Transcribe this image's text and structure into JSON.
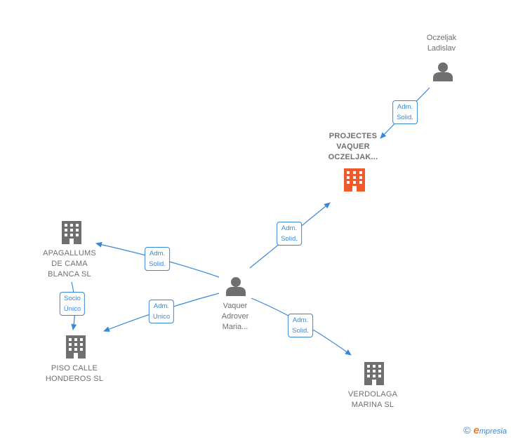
{
  "nodes": {
    "oczeljak": {
      "lines": [
        "Oczeljak",
        "Ladislav"
      ],
      "type": "person"
    },
    "projectes": {
      "lines": [
        "PROJECTES",
        "VAQUER",
        "OCZELJAK..."
      ],
      "type": "company-focus"
    },
    "apagallums": {
      "lines": [
        "APAGALLUMS",
        "DE CAMA",
        "BLANCA SL"
      ],
      "type": "company"
    },
    "vaquer": {
      "lines": [
        "Vaquer",
        "Adrover",
        "Maria..."
      ],
      "type": "person"
    },
    "piso": {
      "lines": [
        "PISO CALLE",
        "HONDEROS  SL"
      ],
      "type": "company"
    },
    "verdolaga": {
      "lines": [
        "VERDOLAGA",
        "MARINA SL"
      ],
      "type": "company"
    }
  },
  "edges": {
    "oczeljak_projectes": [
      "Adm.",
      "Solid."
    ],
    "vaquer_projectes": [
      "Adm.",
      "Solid."
    ],
    "vaquer_apagallums": [
      "Adm.",
      "Solid."
    ],
    "apagallums_piso": [
      "Socio",
      "Único"
    ],
    "vaquer_piso": [
      "Adm.",
      "Unico"
    ],
    "vaquer_verdolaga": [
      "Adm.",
      "Solid."
    ]
  },
  "colors": {
    "edge": "#3a87d6",
    "icon": "#6f6f6f",
    "focus_icon": "#f0592a",
    "text": "#6f6f6f"
  },
  "icons": {
    "person": "person-icon",
    "company": "building-icon"
  },
  "copyright": {
    "symbol": "©",
    "brand_initial": "e",
    "brand_rest": "mpresia"
  }
}
